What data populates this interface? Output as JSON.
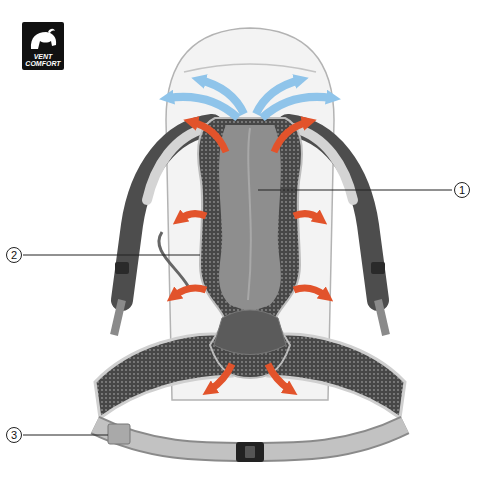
{
  "diagram": {
    "nodes": [
      {
        "text": [
          "VENT COMFORT"
        ]
      },
      {
        "text": [
          "1"
        ]
      },
      {
        "text": [
          "2"
        ]
      },
      {
        "text": [
          "3"
        ]
      }
    ]
  }
}
